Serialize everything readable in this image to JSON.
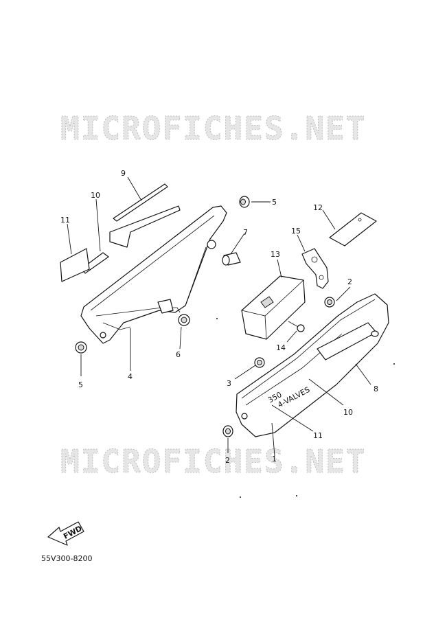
{
  "watermark": "MICROFICHES.NET",
  "fwd_label": "FWD",
  "figure_code": "55V300-8200",
  "callouts": {
    "c1": "1",
    "c2a": "2",
    "c2b": "2",
    "c3": "3",
    "c4": "4",
    "c5a": "5",
    "c5b": "5",
    "c6": "6",
    "c7": "7",
    "c8": "8",
    "c9": "9",
    "c10a": "10",
    "c10b": "10",
    "c11a": "11",
    "c11b": "11",
    "c12": "12",
    "c13": "13",
    "c14": "14",
    "c15": "15"
  },
  "emblem": {
    "number": "350",
    "text": "4-VALVES"
  }
}
